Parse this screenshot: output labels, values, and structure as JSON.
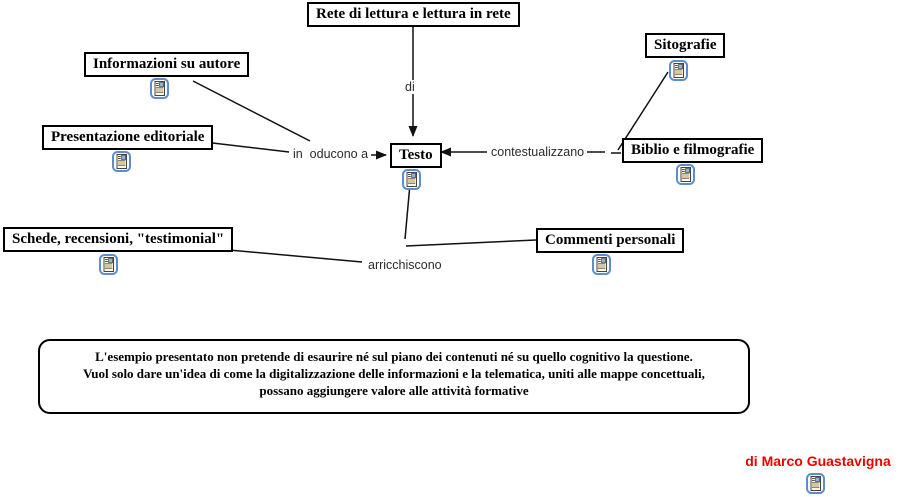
{
  "diagram": {
    "title": "Rete di lettura e lettura in rete",
    "nodes": {
      "informazioni": "Informazioni su autore",
      "presentazione": "Presentazione editoriale",
      "testo": "Testo",
      "sitografie": "Sitografie",
      "biblio": "Biblio e filmografie",
      "schede": "Schede, recensioni, \"testimonial\"",
      "commenti": "Commenti personali"
    },
    "link_labels": {
      "di": "di",
      "introducono": "in  oducono a",
      "contestualizzano": "contestualizzano",
      "arricchiscono": "arricchiscono"
    }
  },
  "note": {
    "line1": "L'esempio presentato non pretende di esaurire né sul piano dei contenuti né su quello cognitivo la questione.",
    "line2": "Vuol solo dare un'idea di come la digitalizzazione delle informazioni e la telematica, uniti alle mappe concettuali,",
    "line3": "possano aggiungere valore alle attività formative"
  },
  "credit": {
    "label": "di Marco Guastavigna",
    "color": "#ee0000"
  },
  "icons": {
    "resource": "document-with-picture-icon"
  },
  "colors": {
    "node_border": "#000000",
    "line": "#111111",
    "icon_border": "#5b8ed0",
    "background": "#ffffff"
  }
}
